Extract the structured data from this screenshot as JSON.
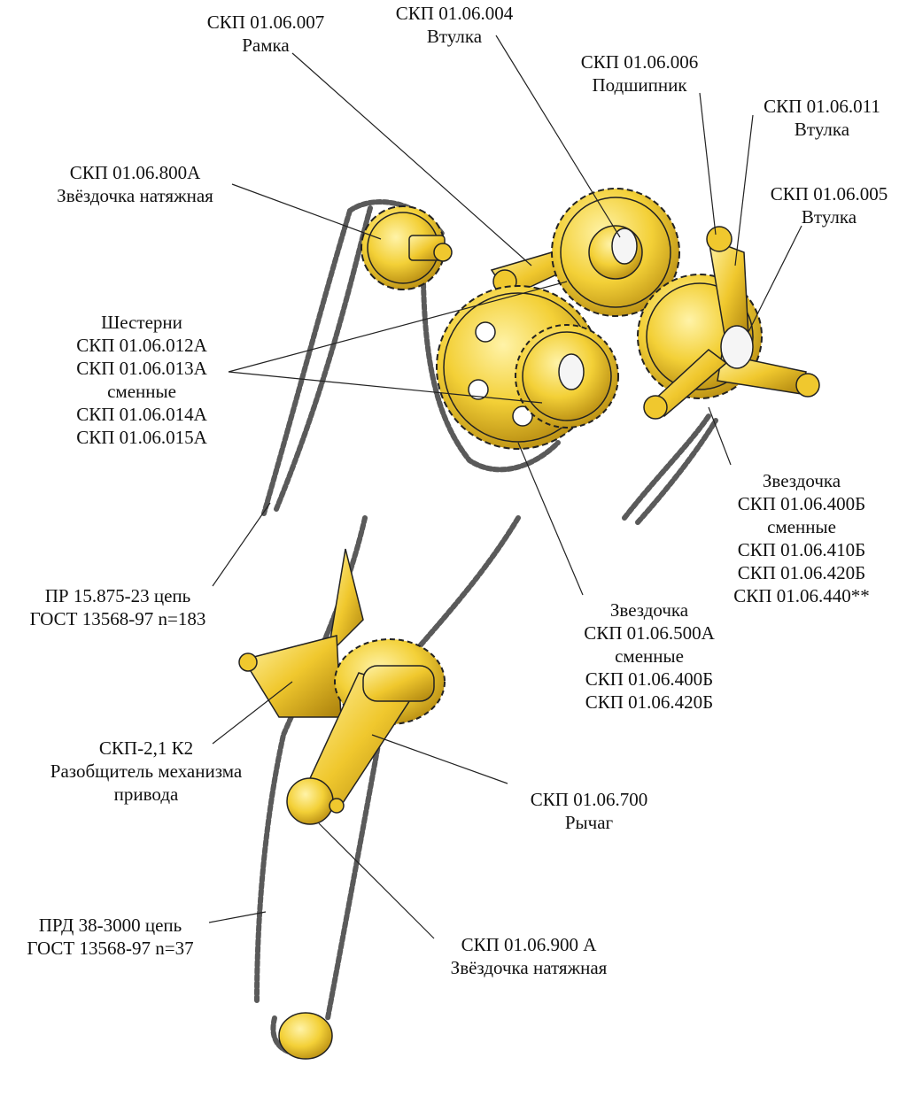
{
  "colors": {
    "part_fill": "#f3d037",
    "part_highlight": "#fff3a8",
    "part_shade": "#b88d12",
    "outline": "#222222",
    "chain": "#5a5a5a",
    "leader": "#222222"
  },
  "labels": {
    "ramka": [
      "СКП 01.06.007",
      "Рамка"
    ],
    "vtulka_004": [
      "СКП 01.06.004",
      "Втулка"
    ],
    "podshipnik": [
      "СКП 01.06.006",
      "Подшипник"
    ],
    "vtulka_011": [
      "СКП 01.06.011",
      "Втулка"
    ],
    "vtulka_005": [
      "СКП 01.06.005",
      "Втулка"
    ],
    "zvezdochka_800a": [
      "СКП 01.06.800А",
      "Звёздочка натяжная"
    ],
    "shesterni": [
      "Шестерни",
      "СКП 01.06.012А",
      "СКП 01.06.013А",
      "сменные",
      "СКП 01.06.014А",
      "СКП 01.06.015А"
    ],
    "zvezdochka_400b": [
      "Звездочка",
      "СКП 01.06.400Б",
      "сменные",
      "СКП 01.06.410Б",
      "СКП 01.06.420Б",
      "СКП 01.06.440**"
    ],
    "tsep_pr": [
      "ПР 15.875-23 цепь",
      "ГОСТ 13568-97 n=183"
    ],
    "zvezdochka_500a": [
      "Звездочка",
      "СКП 01.06.500А",
      "сменные",
      "СКП 01.06.400Б",
      "СКП 01.06.420Б"
    ],
    "razobshchitel": [
      "СКП-2,1 К2",
      "Разобщитель механизма",
      "привода"
    ],
    "rychag": [
      "СКП 01.06.700",
      "Рычаг"
    ],
    "tsep_prd": [
      "ПРД 38-3000 цепь",
      "ГОСТ 13568-97 n=37"
    ],
    "zvezdochka_900a": [
      "СКП 01.06.900 А",
      "Звёздочка натяжная"
    ]
  }
}
